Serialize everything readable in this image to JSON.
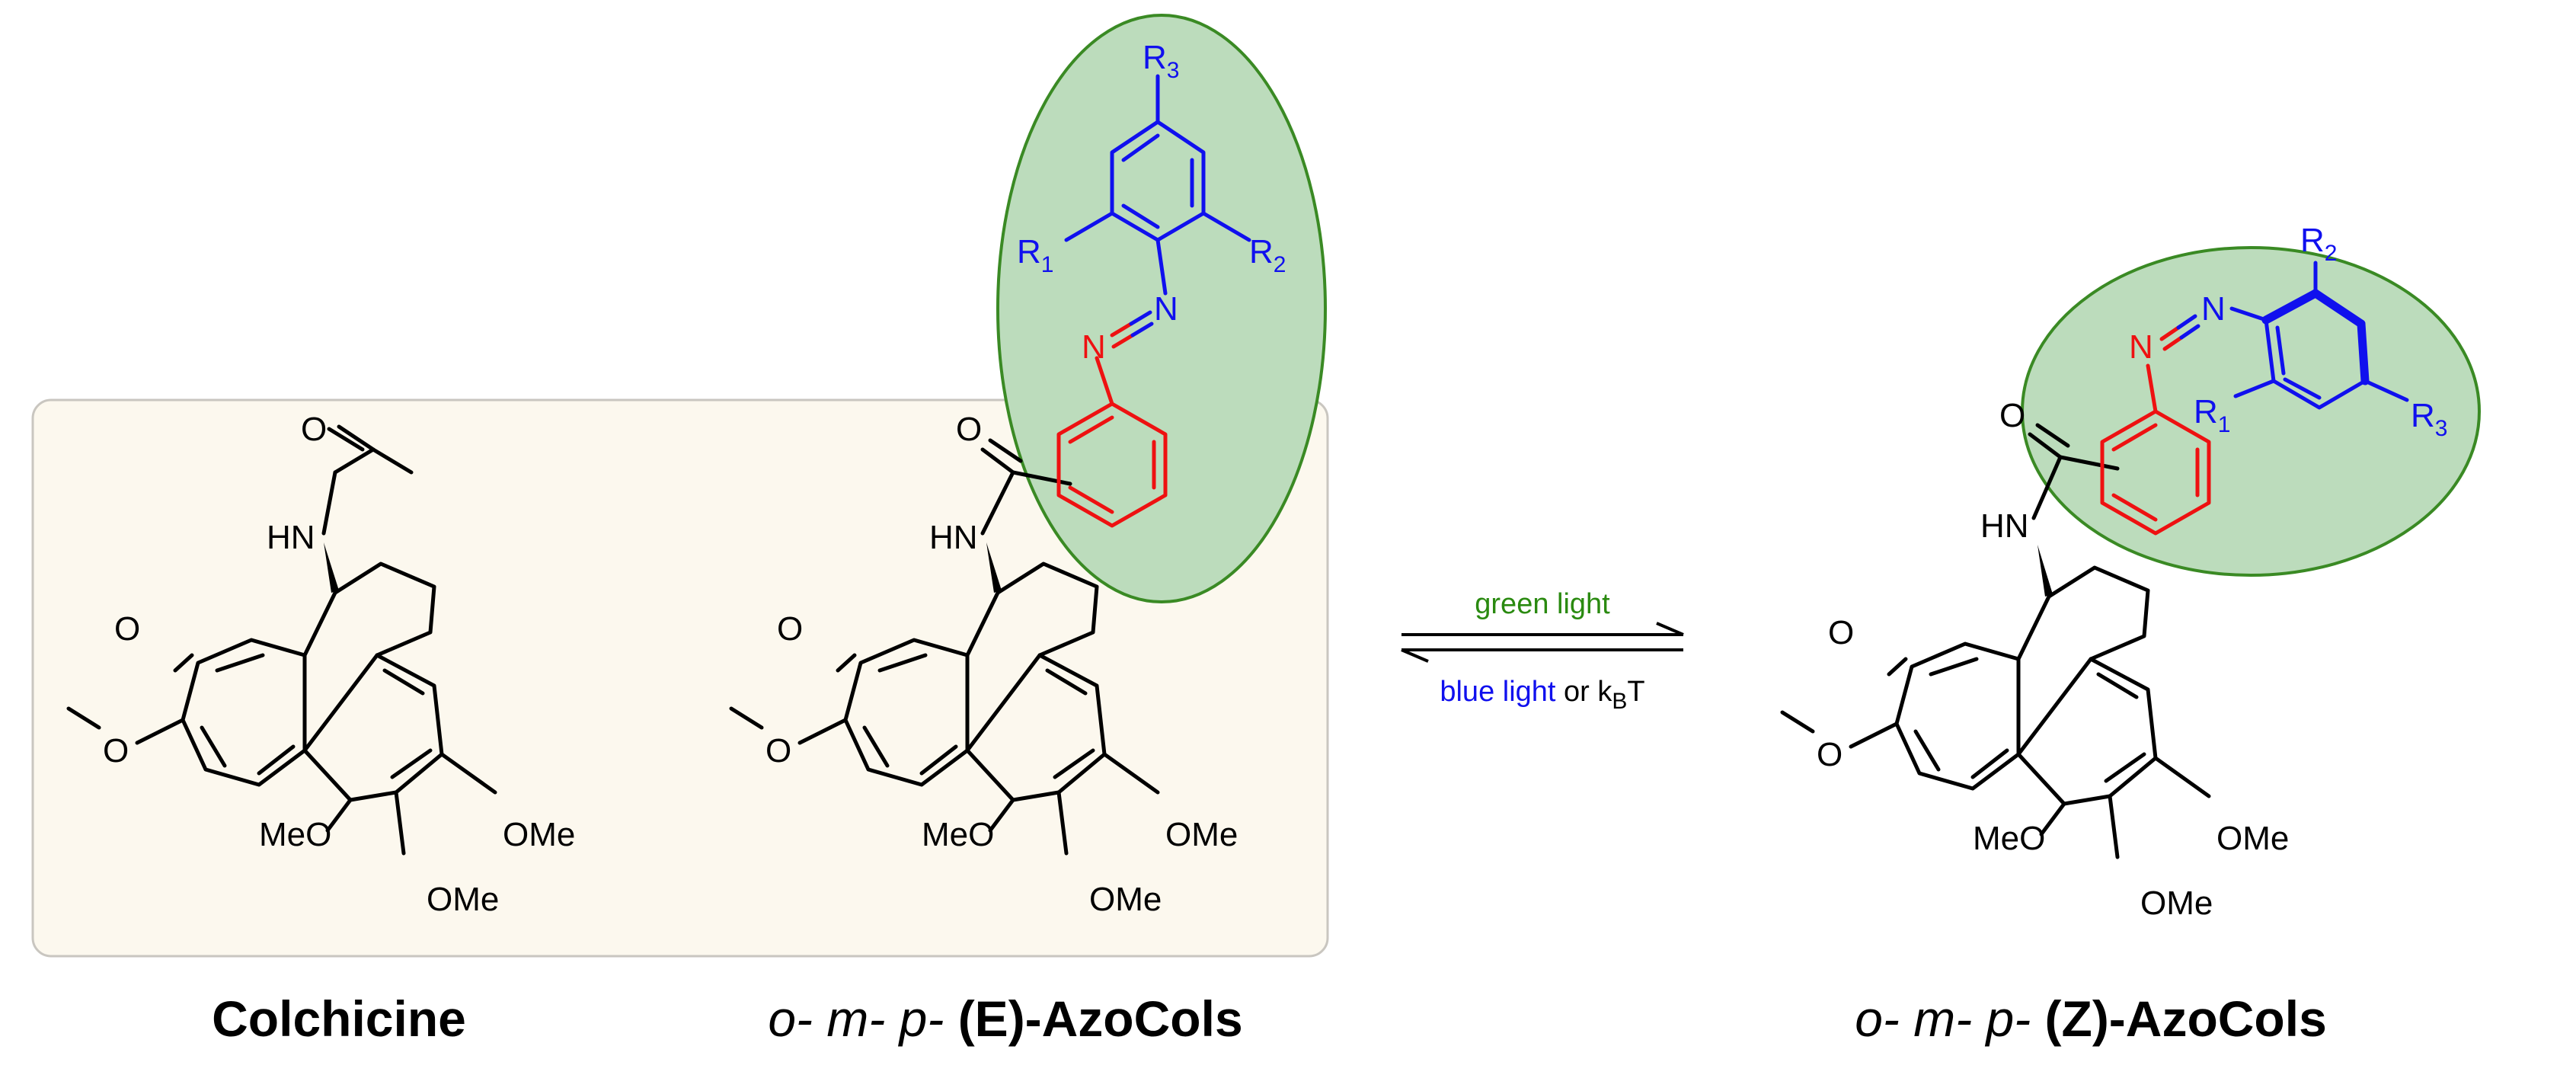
{
  "labels": {
    "colchicine": "Colchicine",
    "e_prefix": "o- m- p-",
    "e_isomer": "(E)-AzoCols",
    "z_prefix": "o- m- p-",
    "z_isomer": "(Z)-AzoCols"
  },
  "arrow": {
    "forward": "green light",
    "back_a": "blue light",
    "back_b": " or k",
    "back_sub": "B",
    "back_c": "T"
  },
  "atoms": {
    "o": "O",
    "hn": "HN",
    "n": "N",
    "meo": "MeO",
    "ome": "OMe",
    "r": "R",
    "r1": "1",
    "r2": "2",
    "r3": "3"
  },
  "colors": {
    "box_fill": "#fcf8ee",
    "ellipse_fill": "#bcdcbc",
    "ellipse_stroke": "#3a8a24",
    "green_text": "#2a8a10",
    "blue": "#1010ee",
    "red": "#ee1111"
  }
}
